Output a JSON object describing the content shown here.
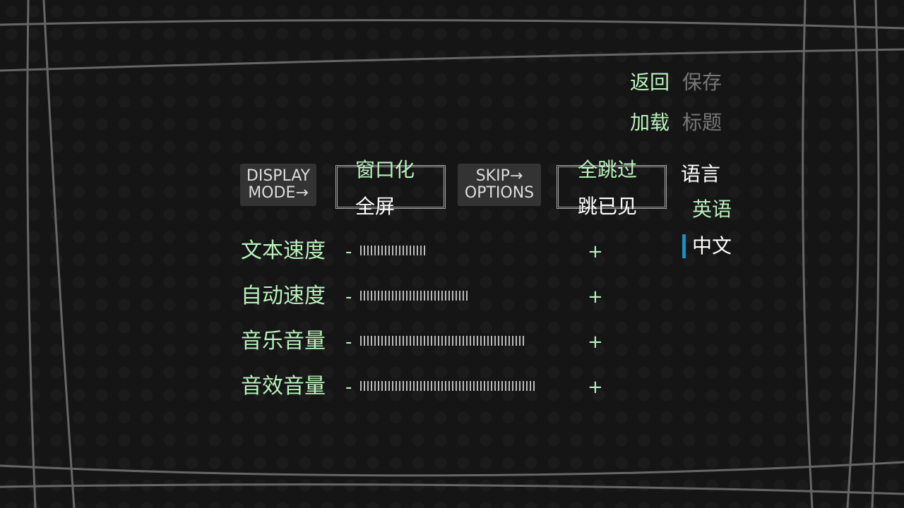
{
  "nav": {
    "return": "返回",
    "save": "保存",
    "load": "加载",
    "title": "标题"
  },
  "display": {
    "badge_line1": "DISPLAY",
    "badge_line2": "MODE→",
    "windowed": "窗口化",
    "fullscreen": "全屏"
  },
  "skip": {
    "badge_line1": "SKIP→",
    "badge_line2": "OPTIONS",
    "all": "全跳过",
    "seen": "跳已见"
  },
  "language": {
    "label": "语言",
    "english": "英语",
    "chinese": "中文",
    "selected": "中文"
  },
  "sliders": [
    {
      "label": "文本速度",
      "minus": "-",
      "plus": "+",
      "value": 0.37
    },
    {
      "label": "自动速度",
      "minus": "-",
      "plus": "+",
      "value": 0.62
    },
    {
      "label": "音乐音量",
      "minus": "-",
      "plus": "+",
      "value": 0.94
    },
    {
      "label": "音效音量",
      "minus": "-",
      "plus": "+",
      "value": 1.0
    }
  ],
  "colors": {
    "accent": "#b9f2bd",
    "selected_marker": "#1a8fc4"
  }
}
